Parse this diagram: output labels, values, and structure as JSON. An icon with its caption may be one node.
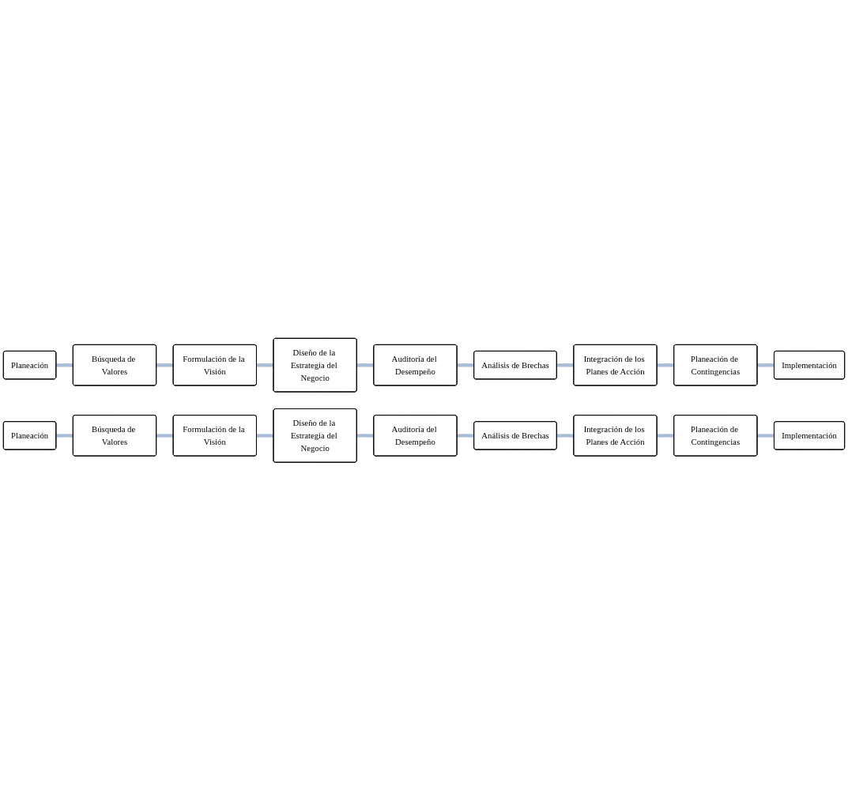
{
  "diagram": {
    "nodes": [
      {
        "text": [
          "Planeación"
        ]
      },
      {
        "text": [
          "Análisis de Brechas"
        ]
      },
      {
        "text": [
          "Integración de los Planes de Acción"
        ]
      },
      {
        "text": [
          "Búsqueda de Valores"
        ]
      },
      {
        "text": [
          "Auditoría del Desempeño"
        ]
      },
      {
        "text": [
          "Planeación de Contingencias"
        ]
      },
      {
        "text": [
          "Formulación de la Visión"
        ]
      },
      {
        "text": [
          "Diseño de la Estrategia del Negocio"
        ]
      },
      {
        "text": [
          "Implementación"
        ]
      },
      {
        "text": [
          "Planeación"
        ]
      },
      {
        "text": [
          "Análisis de Brechas"
        ]
      },
      {
        "text": [
          "Integración de los Planes de Acción"
        ]
      },
      {
        "text": [
          "Búsqueda de Valores"
        ]
      },
      {
        "text": [
          "Auditoría del Desempeño"
        ]
      },
      {
        "text": [
          "Planeación de Contingencias"
        ]
      },
      {
        "text": [
          "Formulación de la Visión"
        ]
      },
      {
        "text": [
          "Diseño de la Estrategia del Negocio"
        ]
      },
      {
        "text": [
          "Implementación"
        ]
      }
    ],
    "edges": [
      {
        "from": 0,
        "to": 3,
        "arrow": "none"
      },
      {
        "from": 3,
        "to": 6,
        "arrow": "none"
      },
      {
        "from": 6,
        "to": 7,
        "arrow": "none"
      },
      {
        "from": 7,
        "to": 4,
        "arrow": "none"
      },
      {
        "from": 4,
        "to": 1,
        "arrow": "none"
      },
      {
        "from": 1,
        "to": 2,
        "arrow": "none"
      },
      {
        "from": 2,
        "to": 5,
        "arrow": "none"
      },
      {
        "from": 5,
        "to": 8,
        "arrow": "none"
      },
      {
        "from": 9,
        "to": 12,
        "arrow": "none"
      },
      {
        "from": 12,
        "to": 15,
        "arrow": "none"
      },
      {
        "from": 15,
        "to": 16,
        "arrow": "none"
      },
      {
        "from": 16,
        "to": 13,
        "arrow": "none"
      },
      {
        "from": 13,
        "to": 10,
        "arrow": "none"
      },
      {
        "from": 10,
        "to": 11,
        "arrow": "none"
      },
      {
        "from": 11,
        "to": 14,
        "arrow": "none"
      },
      {
        "from": 14,
        "to": 17,
        "arrow": "none"
      }
    ]
  }
}
